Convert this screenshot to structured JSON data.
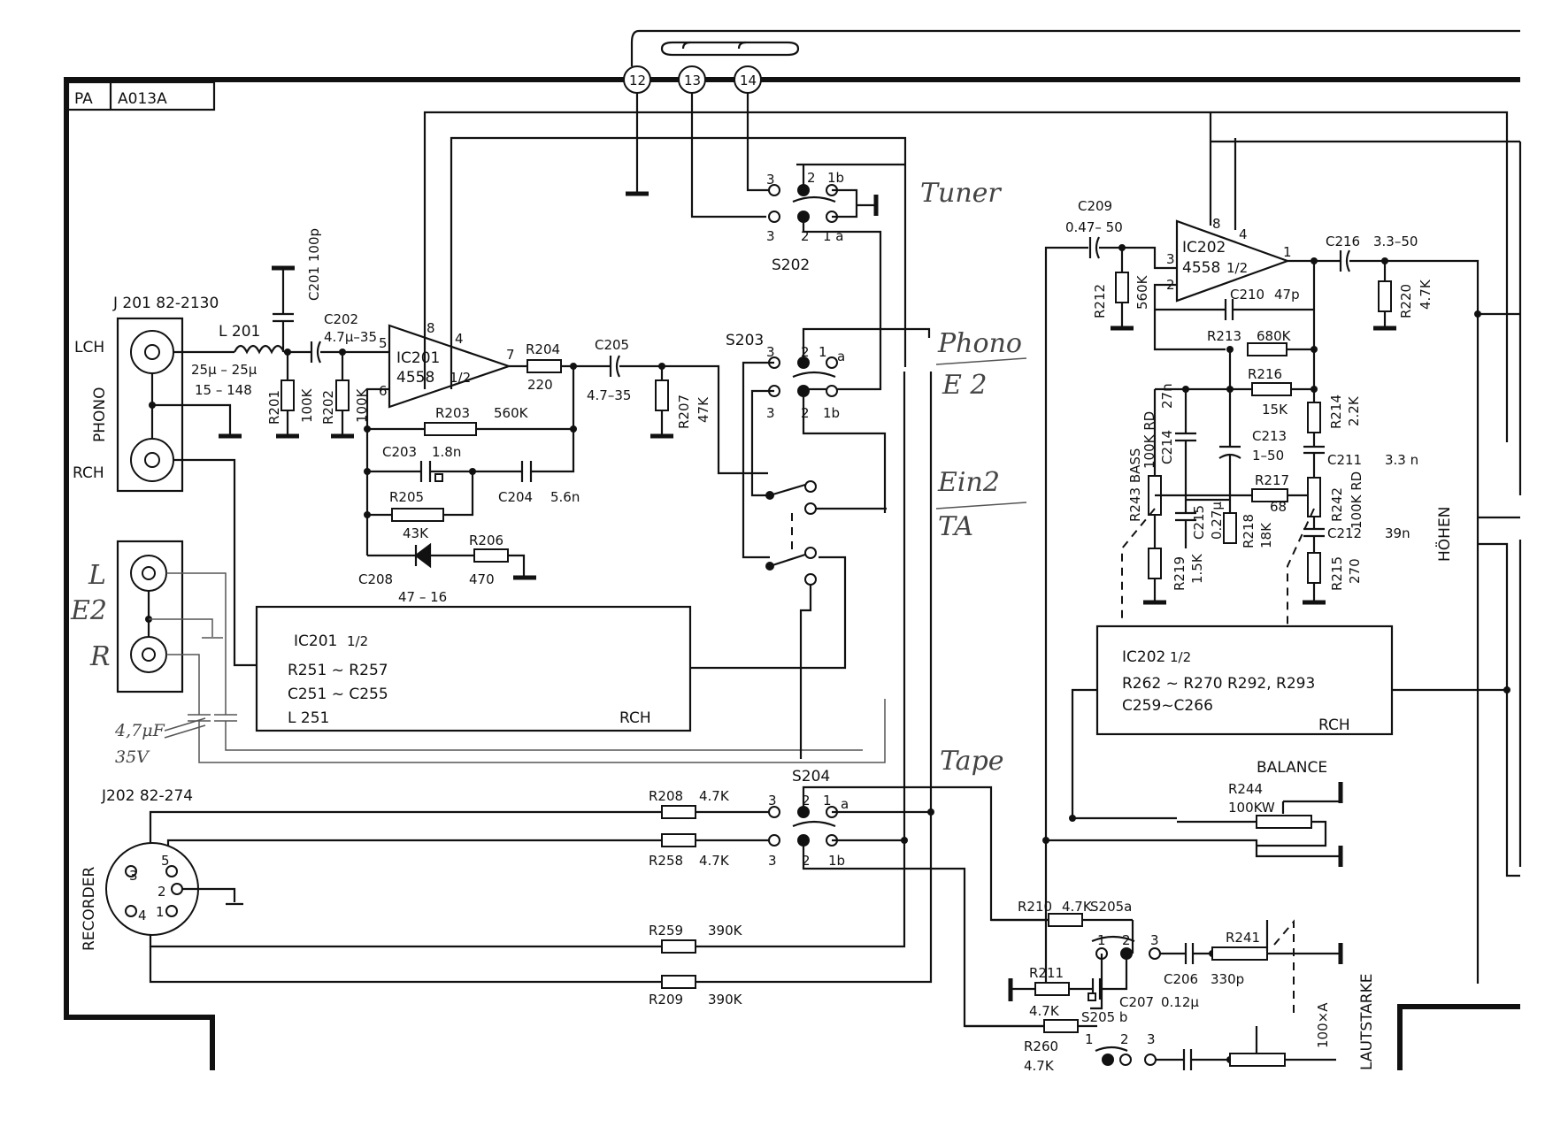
{
  "board": {
    "code_left": "PA",
    "code_right": "A013A"
  },
  "connectors": {
    "c12": "12",
    "c13": "13",
    "c14": "14"
  },
  "jacks": {
    "j201": "J 201 82-2130",
    "lch": "LCH",
    "rch": "RCH",
    "phono": "PHONO",
    "j202": "J202 82-274",
    "recorder": "RECORDER",
    "din_pins": [
      "3",
      "5",
      "2",
      "1",
      "4"
    ],
    "e2_l": "L",
    "e2": "E2",
    "e2_r": "R"
  },
  "components": {
    "l201": "L 201",
    "l201_val1": "25μ – 25μ",
    "l201_val2": "15 – 148",
    "c201": "C201 100p",
    "c202": "C202",
    "c202_val": "4.7μ–35",
    "r201": "R201",
    "r201_val": "100K",
    "r202": "R202",
    "r202_val": "100K",
    "ic201": "IC201",
    "ic201_part": "4558",
    "half": "1/2",
    "ic201_p8": "8",
    "ic201_p4": "4",
    "ic201_p5": "5",
    "ic201_p6": "6",
    "ic201_p7": "7",
    "r204": "R204",
    "r204_val": "220",
    "c205": "C205",
    "c205_val": "4.7–35",
    "r207": "R207",
    "r207_val": "47K",
    "r203": "R203",
    "r203_val": "560K",
    "c203": "C203",
    "c203_val": "1.8n",
    "c204": "C204",
    "c204_val": "5.6n",
    "r205": "R205",
    "r205_val": "43K",
    "r206": "R206",
    "r206_val": "470",
    "c208": "C208",
    "c208_val": "47 – 16",
    "r208": "R208",
    "r208_val": "4.7K",
    "r258": "R258",
    "r258_val": "4.7K",
    "r259": "R259",
    "r259_val": "390K",
    "r209": "R209",
    "r209_val": "390K",
    "c209": "C209",
    "c209_val": "0.47– 50",
    "r212": "R212",
    "r212_val": "560K",
    "ic202": "IC202",
    "ic202_part": "4558",
    "ic202_p8": "8",
    "ic202_p4": "4",
    "ic202_p3": "3",
    "ic202_p2": "2",
    "ic202_p1": "1",
    "c216": "C216",
    "c216_val": "3.3–50",
    "r220": "R220",
    "r220_val": "4.7K",
    "c210": "C210",
    "c210_val": "47p",
    "r213": "R213",
    "r213_val": "680K",
    "r216": "R216",
    "r216_val": "15K",
    "r214": "R214",
    "r214_val": "2.2K",
    "r243": "R243 BASS",
    "r243_val": "100K RD",
    "c214": "C214",
    "c214_val": "27n",
    "c213": "C213",
    "c213_val": "1–50",
    "c211": "C211",
    "c211_val": "3.3 n",
    "r217": "R217",
    "r217_val": "68",
    "c215": "C215",
    "c215_val": "0.27μ",
    "r218": "R218",
    "r218_val": "18K",
    "r242": "R242",
    "r242_val": "100K RD",
    "c212": "C212",
    "c212_val": "39n",
    "r219": "R219",
    "r219_val": "1.5K",
    "r215": "R215",
    "r215_val": "270",
    "hohen": "HÖHEN",
    "balance": "BALANCE",
    "r244": "R244",
    "r244_val": "100KW",
    "r210": "R210",
    "r210_val": "4.7K",
    "s205a": "S205a",
    "r241": "R241",
    "c206": "C206",
    "c206_val": "330p",
    "r211": "R211",
    "r211_val": "4.7K",
    "c207": "C207",
    "c207_val": "0.12μ",
    "s205b": "S205 b",
    "r260": "R260",
    "r260_val": "4.7K",
    "pot_val": "100×A",
    "lautstarke": "LAUTSTARKE"
  },
  "switches": {
    "s202": "S202",
    "s203": "S203",
    "s204": "S204",
    "pos1a": "1 a",
    "pos1b": "1b",
    "p2": "2",
    "p3": "3",
    "p1": "1",
    "pin_a": "a"
  },
  "blocks": {
    "rch_left": {
      "line1": "IC201",
      "half": "1/2",
      "line2": "R251 ~ R257",
      "line3": "C251 ~ C255",
      "line4": "L 251",
      "tag": "RCH"
    },
    "rch_right": {
      "line1": "IC202",
      "half": "1/2",
      "line2": "R262 ~ R270  R292, R293",
      "line3": "C259~C266",
      "tag": "RCH"
    }
  },
  "handwritten": {
    "tuner": "Tuner",
    "phono": "Phono",
    "e2": "E 2",
    "ein2": "Ein2",
    "ta": "TA",
    "tape": "Tape",
    "cap1": "4,7μF",
    "cap2": "35V"
  }
}
